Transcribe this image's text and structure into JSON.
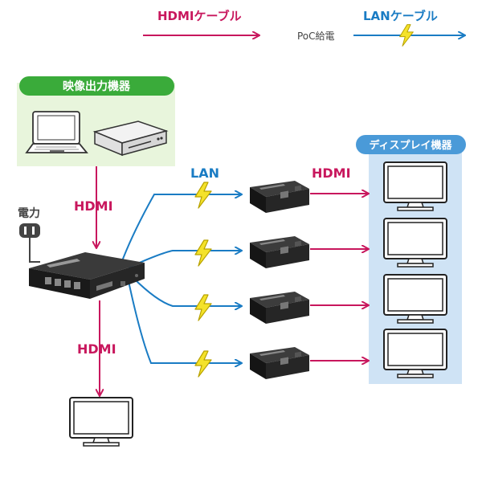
{
  "legend": {
    "hdmi_cable": "HDMIケーブル",
    "lan_cable": "LANケーブル",
    "poc": "PoC給電"
  },
  "source_box": {
    "title": "映像出力機器"
  },
  "display_box": {
    "title": "ディスプレイ機器"
  },
  "power": {
    "label": "電力"
  },
  "labels": {
    "hdmi_in": "HDMI",
    "hdmi_out": "HDMI",
    "lan": "LAN",
    "hdmi_receiver": "HDMI"
  },
  "colors": {
    "hdmi": "#c8175d",
    "lan": "#1a7cc4",
    "poc_bolt": "#f4e22a",
    "source_bg": "#e8f5dc",
    "source_title_bg": "#3aab3a",
    "display_bg": "#cfe3f5",
    "display_title_bg": "#4a9ad8"
  },
  "icons": [
    "laptop-icon",
    "av-device-icon",
    "splitter-unit-icon",
    "receiver-icon",
    "monitor-icon",
    "power-plug-icon",
    "lightning-bolt-icon"
  ]
}
